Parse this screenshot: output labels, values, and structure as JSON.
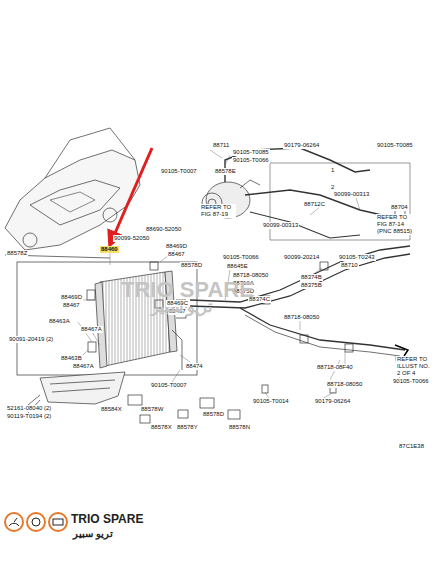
{
  "diagram": {
    "labels": [
      "88711",
      "90105-T0007",
      "88578E",
      "90105-T0085",
      "90105-T0066",
      "90179-06264",
      "90105-T0085",
      "1",
      "2",
      "90099-00313",
      "88712C",
      "88704",
      "REFER TO FIG 87-14 (PNC 88515)",
      "REFER TO FIG 87-19",
      "88690-52050",
      "90099-00313",
      "90099-52050",
      "88460",
      "88578Z",
      "90105-T0066",
      "90099-20214",
      "90105-T0243",
      "88710",
      "88469D",
      "88467",
      "88578D",
      "88645E",
      "88718-08050",
      "88716A",
      "88374C",
      "88375D",
      "88374B",
      "88375B",
      "88469D",
      "88467",
      "88469C",
      "88467",
      "88718-08050",
      "88463A",
      "88467A",
      "90091-20419 (2)",
      "88463B",
      "88467A",
      "88474",
      "88718-08F40",
      "REFER TO ILLUST NO. 2 OF 4",
      "90105-T0066",
      "88718-08050",
      "90105-T0007",
      "88584X",
      "52161-08040 (2)",
      "90119-T0194 (2)",
      "88578W",
      "88578X",
      "90105-T0014",
      "90179-06264",
      "88578D",
      "88578Y",
      "88578N",
      "87C1E38",
      "TRIO SPARE",
      "تريو سبير",
      "TRIO SPARE",
      "تريو سبير"
    ]
  }
}
